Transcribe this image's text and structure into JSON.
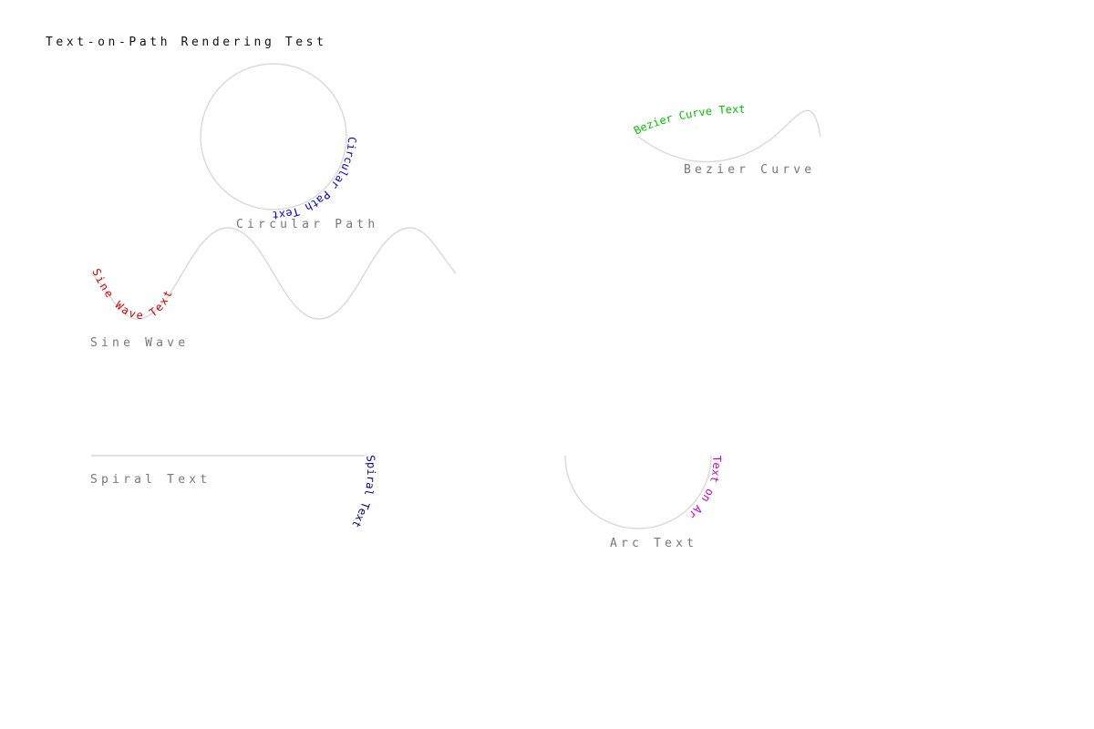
{
  "page_title": "Text-on-Path Rendering Test",
  "samples": {
    "circle": {
      "caption": "Circular Path",
      "text": "Circular Path Text",
      "color": "#0000cc"
    },
    "bezier": {
      "caption": "Bezier Curve",
      "text": "Bezier Curve Text",
      "color": "#00c000"
    },
    "sine": {
      "caption": "Sine Wave",
      "text": "Sine Wave Text",
      "color": "#cc0000"
    },
    "spiral": {
      "caption": "Spiral Text",
      "text": "Spiral Text",
      "color": "#000099"
    },
    "arc": {
      "caption": "Arc Text",
      "text": "Text on Arc",
      "color": "#cc00cc"
    }
  }
}
